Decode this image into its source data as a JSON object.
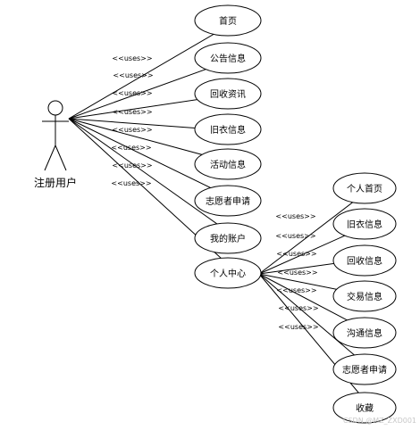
{
  "actor": {
    "label": "注册用户"
  },
  "stereotype": "<<uses>>",
  "main_cases": [
    "首页",
    "公告信息",
    "回收资讯",
    "旧衣信息",
    "活动信息",
    "志愿者申请",
    "我的账户",
    "个人中心"
  ],
  "sub_cases": [
    "个人首页",
    "旧衣信息",
    "回收信息",
    "交易信息",
    "沟通信息",
    "志愿者申请",
    "收藏"
  ],
  "watermark": "CSDN @MZ_ZXD001"
}
